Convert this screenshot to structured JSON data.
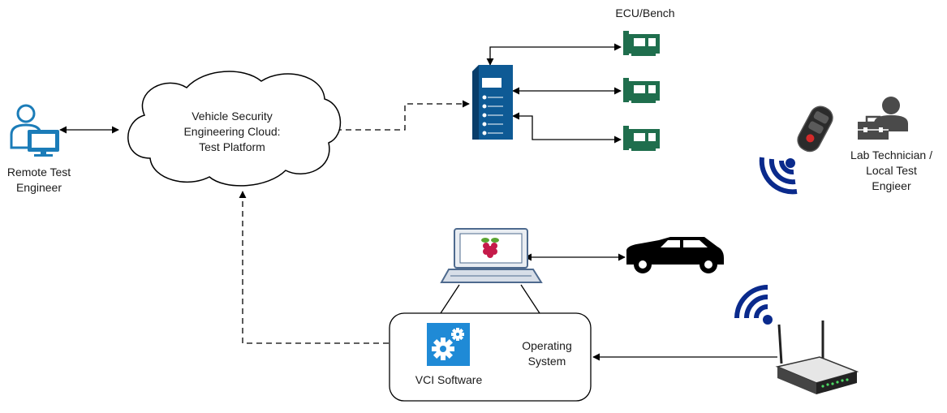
{
  "remote_engineer": {
    "label_line1": "Remote Test",
    "label_line2": "Engineer",
    "icon": "person-at-computer-icon"
  },
  "cloud": {
    "line1": "Vehicle Security",
    "line2": "Engineering Cloud:",
    "line3": "Test Platform",
    "icon": "cloud-icon"
  },
  "ecu_bench": {
    "label": "ECU/Bench",
    "icon": "circuit-board-icon",
    "count": 3
  },
  "server": {
    "icon": "server-rack-icon"
  },
  "lab_technician": {
    "label_line1": "Lab Technician /",
    "label_line2": "Local Test",
    "label_line3": "Engieer",
    "icon": "person-with-toolbox-icon"
  },
  "key_fob": {
    "icon": "key-fob-icon"
  },
  "laptop": {
    "icon": "laptop-icon",
    "screen_logo": "raspberry-pi-icon"
  },
  "car": {
    "icon": "car-icon"
  },
  "router": {
    "icon": "wifi-router-icon"
  },
  "os_box": {
    "label_line1": "Operating",
    "label_line2": "System"
  },
  "vci_software": {
    "label": "VCI Software",
    "icon": "gears-icon"
  },
  "colors": {
    "engineer_blue": "#1b7cb8",
    "server_blue": "#0e5a95",
    "board_green": "#1f6e4d",
    "wireless_navy": "#0a2a8c",
    "vci_blue": "#1f8ad6"
  }
}
